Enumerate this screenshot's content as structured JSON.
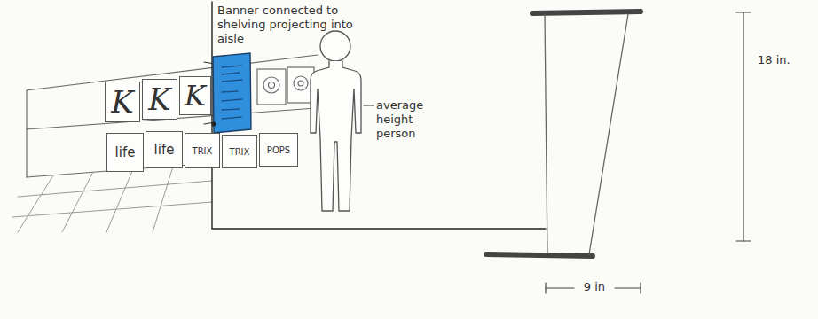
{
  "diagram": {
    "nodes": [
      {
        "text": [
          "K"
        ]
      },
      {
        "text": [
          "K"
        ]
      },
      {
        "text": [
          "K"
        ]
      },
      {
        "text": [
          "life"
        ]
      },
      {
        "text": [
          "life"
        ]
      },
      {
        "text": [
          "TRIX"
        ]
      },
      {
        "text": [
          "TRIX"
        ]
      },
      {
        "text": [
          "POPS"
        ]
      }
    ],
    "labels": [
      "Banner connected to shelving projecting into aisle",
      "average height person",
      "18 in.",
      "9 in"
    ]
  }
}
